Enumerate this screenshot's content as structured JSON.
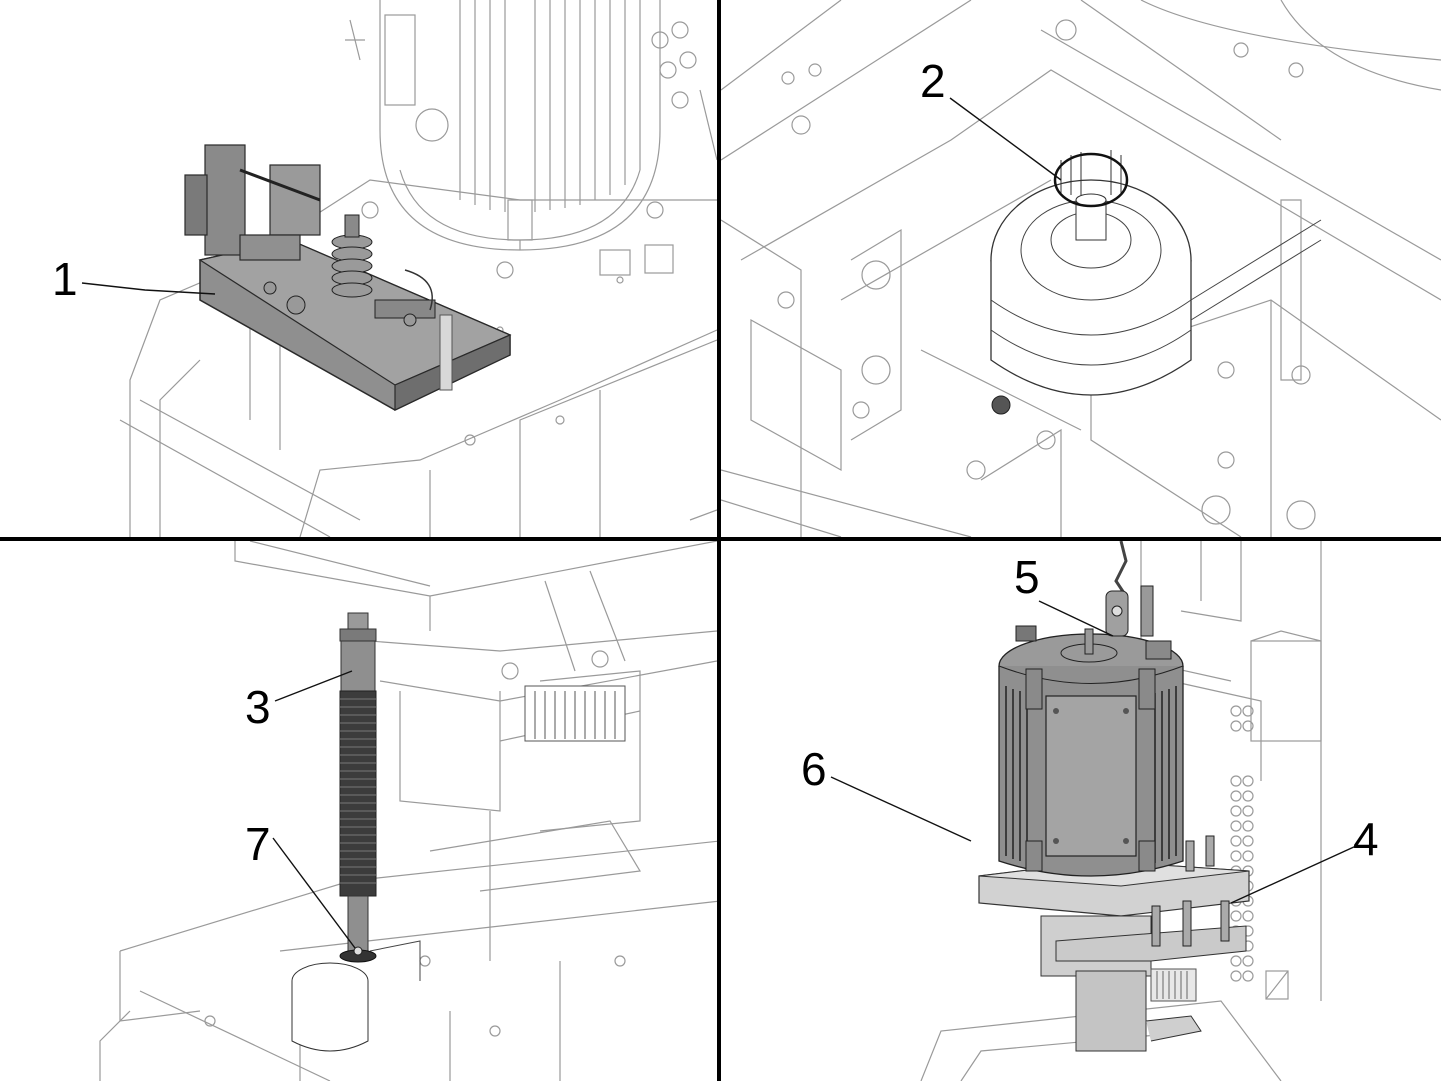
{
  "figure": {
    "panels": [
      {
        "id": "panel-top-left",
        "highlighted_part": "hydraulic-valve-block",
        "callouts": [
          "1"
        ]
      },
      {
        "id": "panel-top-right",
        "highlighted_part": "o-ring-seal",
        "callouts": [
          "2"
        ]
      },
      {
        "id": "panel-bottom-left",
        "highlighted_part": "spring-strut",
        "callouts": [
          "3",
          "7"
        ]
      },
      {
        "id": "panel-bottom-right",
        "highlighted_part": "motor-assembly",
        "callouts": [
          "5",
          "6",
          "4"
        ]
      }
    ],
    "callouts": {
      "c1": "1",
      "c2": "2",
      "c3": "3",
      "c4": "4",
      "c5": "5",
      "c6": "6",
      "c7": "7"
    },
    "colors": {
      "line_art": "#9a9a9a",
      "highlight_fill": "#8f8f8f",
      "highlight_dark": "#4a4a4a",
      "divider": "#000000",
      "background": "#ffffff"
    }
  }
}
